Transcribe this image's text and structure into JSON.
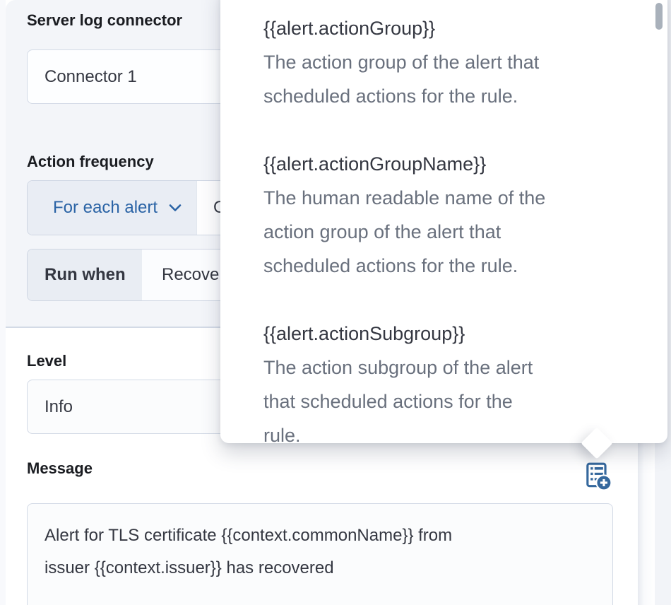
{
  "colors": {
    "accent_blue": "#2a63a5",
    "icon_blue": "#35689d",
    "panel_bg": "#f3f5f9",
    "prepend_bg": "#e9edf4",
    "border": "#d3dae6",
    "text": "#343741",
    "label_text": "#1a1c21",
    "subdued_text": "#69707d",
    "scrollbar": "#a9b1bb"
  },
  "form": {
    "title": "Server log connector",
    "connector": {
      "value": "Connector 1"
    },
    "action_frequency": {
      "label": "Action frequency",
      "for_each": {
        "value": "For each alert",
        "icon": "chevron-down-icon"
      },
      "interval": {
        "value": "On check intervals"
      }
    },
    "run_when": {
      "label": "Run when",
      "value": "Recovered"
    },
    "level": {
      "label": "Level",
      "value": "Info"
    },
    "message": {
      "label": "Message",
      "add_variable_icon": "list-add-icon",
      "value": "Alert for TLS certificate {{context.commonName}} from\nissuer {{context.issuer}} has recovered"
    }
  },
  "popover": {
    "variables": [
      {
        "name": "{{alert.actionGroup}}",
        "description": "The action group of the alert that\nscheduled actions for the rule."
      },
      {
        "name": "{{alert.actionGroupName}}",
        "description": "The human readable name of the\naction group of the alert that\nscheduled actions for the rule."
      },
      {
        "name": "{{alert.actionSubgroup}}",
        "description": "The action subgroup of the alert\nthat scheduled actions for the\nrule."
      }
    ]
  }
}
